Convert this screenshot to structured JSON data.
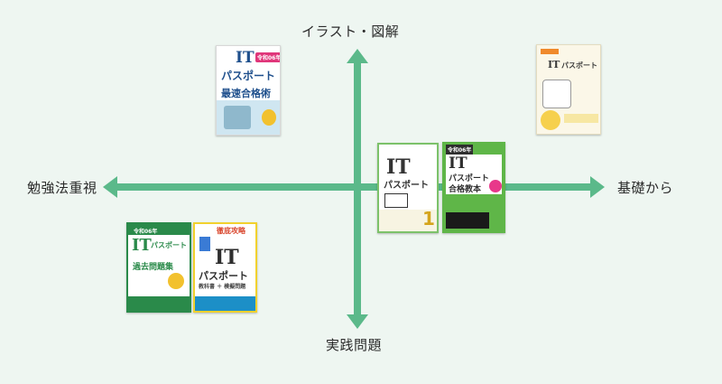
{
  "axes": {
    "top": "イラスト・図解",
    "bottom": "実践問題",
    "left": "勉強法重視",
    "right": "基礎から"
  },
  "colors": {
    "axis": "#5bb98a",
    "background": "#eef6f1"
  },
  "books": {
    "b1": {
      "badge": "令和06年",
      "it": "IT",
      "title": "パスポート",
      "subtitle": "最速合格術"
    },
    "b2": {
      "it": "IT",
      "title": "パスポート"
    },
    "b3": {
      "it": "IT",
      "title": "パスポート",
      "badge": "1"
    },
    "b4": {
      "badge": "令和06年",
      "it": "IT",
      "title": "パスポート",
      "subtitle": "合格教本"
    },
    "b5": {
      "badge": "令和06年",
      "it": "IT",
      "title": "パスポート",
      "subtitle": "過去問題集"
    },
    "b6": {
      "header": "徹底攻略",
      "it": "IT",
      "title": "パスポート",
      "subtitle": "教科書 ＋ 模擬問題"
    }
  }
}
